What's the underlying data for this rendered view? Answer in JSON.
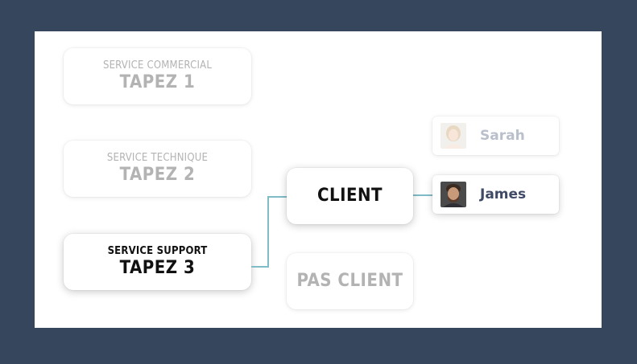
{
  "menu": {
    "commercial": {
      "sub": "SERVICE COMMERCIAL",
      "main": "TAPEZ 1"
    },
    "technique": {
      "sub": "SERVICE TECHNIQUE",
      "main": "TAPEZ 2"
    },
    "support": {
      "sub": "SERVICE SUPPORT",
      "main": "TAPEZ 3"
    }
  },
  "branches": {
    "client": "CLIENT",
    "pas_client": "PAS CLIENT"
  },
  "agents": [
    {
      "name": "Sarah",
      "icon": "avatar-sarah"
    },
    {
      "name": "James",
      "icon": "avatar-james"
    }
  ],
  "colors": {
    "background": "#36465c",
    "connector": "#7fbcc7",
    "active_text": "#111111",
    "dim_text": "#b3b3b3",
    "agent_active": "#3f4a66"
  }
}
